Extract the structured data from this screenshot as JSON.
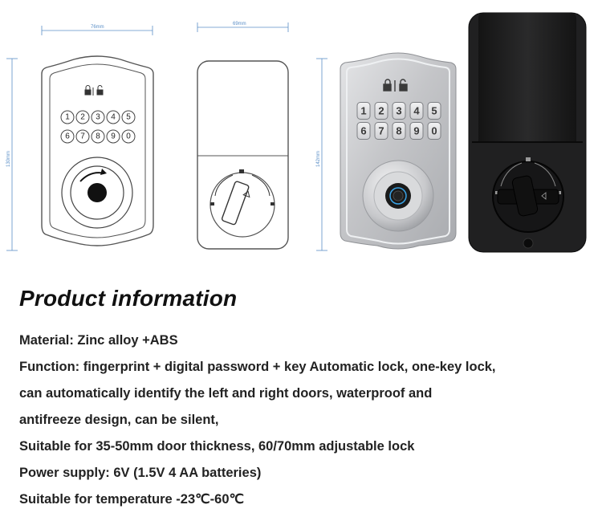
{
  "drawing": {
    "front_width": "76mm",
    "front_height": "130mm",
    "back_width": "69mm",
    "back_height": "142mm"
  },
  "keypad": {
    "row1": [
      "1",
      "2",
      "3",
      "4",
      "5"
    ],
    "row2": [
      "6",
      "7",
      "8",
      "9",
      "0"
    ]
  },
  "title": "Product information",
  "specs": [
    "Material: Zinc alloy +ABS",
    "Function: fingerprint + digital password + key Automatic lock, one-key lock,",
    "can automatically identify the left and right doors, waterproof and",
    "antifreeze design, can be silent,",
    "Suitable for 35-50mm door thickness, 60/70mm adjustable lock",
    "Power supply: 6V (1.5V 4 AA batteries)",
    "Suitable for temperature -23℃-60℃"
  ],
  "colors": {
    "dimension_line": "#5b8fc7",
    "satin_nickel": "#c9cacc",
    "black_body": "#1c1c1d"
  }
}
